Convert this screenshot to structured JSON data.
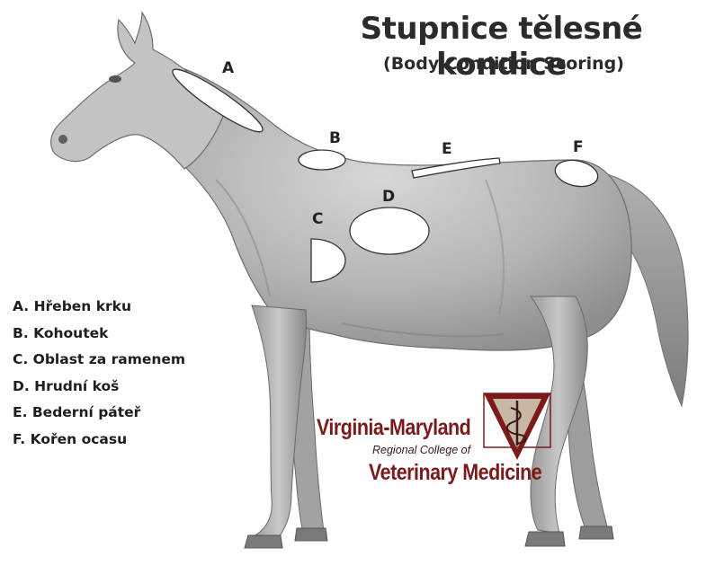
{
  "title": "Stupnice tělesné kondice",
  "subtitle": "(Body Condition Scoring)",
  "zones": [
    {
      "letter": "A",
      "name": "Hřeben krku"
    },
    {
      "letter": "B",
      "name": "Kohoutek"
    },
    {
      "letter": "C",
      "name": "Oblast za ramenem"
    },
    {
      "letter": "D",
      "name": "Hrudní koš"
    },
    {
      "letter": "E",
      "name": "Bederní páteř"
    },
    {
      "letter": "F",
      "name": "Kořen ocasu"
    }
  ],
  "legend": [
    "A. Hřeben krku",
    "B. Kohoutek",
    "C. Oblast za ramenem",
    "D. Hrudní koš",
    "E. Bederní páteř",
    "F. Kořen ocasu"
  ],
  "logo": {
    "line1": "Virginia-Maryland",
    "line2": "Regional College of",
    "line3": "Veterinary Medicine"
  },
  "colors": {
    "logo_red": "#7a1a1a",
    "logo_tan": "#c9b7a5",
    "horse_gray": "#b9b9b9"
  }
}
